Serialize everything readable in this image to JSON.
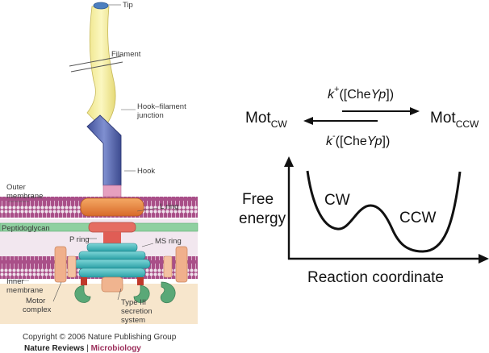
{
  "flagellum": {
    "labels": {
      "tip": "Tip",
      "filament": "Filament",
      "junction_1": "Hook–filament",
      "junction_2": "junction",
      "hook": "Hook",
      "outer_membrane_1": "Outer",
      "outer_membrane_2": "membrane",
      "l_ring": "L ring",
      "peptidoglycan": "Peptidoglycan",
      "p_ring": "P ring",
      "ms_ring": "MS ring",
      "inner_membrane_1": "Inner",
      "inner_membrane_2": "membrane",
      "motor_1": "Motor",
      "motor_2": "complex",
      "type3_1": "Type III",
      "type3_2": "secretion",
      "type3_3": "system"
    },
    "copyright": "Copyright © 2006 Nature Publishing Group",
    "journal": "Nature Reviews",
    "separator": " | ",
    "journal_sub": "Microbiology"
  },
  "switch": {
    "mot": "Mot",
    "cw_sub": "CW",
    "ccw_sub": "CCW",
    "k": "k",
    "plus": "+",
    "minus": "-",
    "arg_open": "([Che",
    "arg_y": "Y",
    "arg_p": "p",
    "arg_close": "])"
  },
  "energy": {
    "y_label_1": "Free",
    "y_label_2": "energy",
    "x_label": "Reaction coordinate",
    "well_left": "CW",
    "well_right": "CCW"
  },
  "colors": {
    "filament": "#f6f09a",
    "hook": "#5b6bb0",
    "l_ring": "#e9853d",
    "membrane": "#a44f85",
    "peptidoglycan": "#8fcf9a",
    "ms_ring": "#3fb3b7",
    "motor": "#f0b48f",
    "secretion": "#5aa877",
    "cytoplasm": "#f5e1c4"
  }
}
